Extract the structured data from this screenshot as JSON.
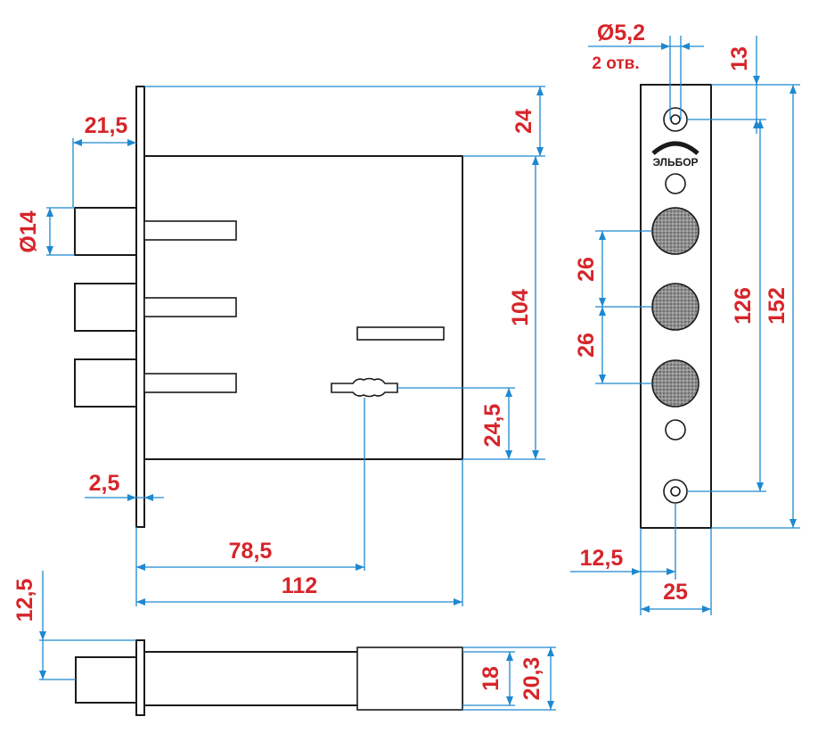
{
  "brand": "ЭЛЬБОР",
  "dimensions": {
    "bolt_offset": "21,5",
    "bolt_diameter": "Ø14",
    "faceplate_thickness": "2,5",
    "key_offset": "78,5",
    "body_depth": "112",
    "top_offset": "24",
    "body_height": "104",
    "key_height": "24,5",
    "hole_diameter": "Ø5,2",
    "hole_count": "2 отв.",
    "hole_top": "13",
    "bolt_pitch_1": "26",
    "bolt_pitch_2": "26",
    "hole_spacing": "126",
    "faceplate_length": "152",
    "faceplate_center": "12,5",
    "faceplate_width": "25",
    "bolt_center_height": "12,5",
    "body_thickness": "18",
    "total_thickness": "20,3"
  },
  "colors": {
    "dimension_line": "#1e88d0",
    "dimension_text": "#d6252a",
    "outline": "#1a1a1a"
  }
}
